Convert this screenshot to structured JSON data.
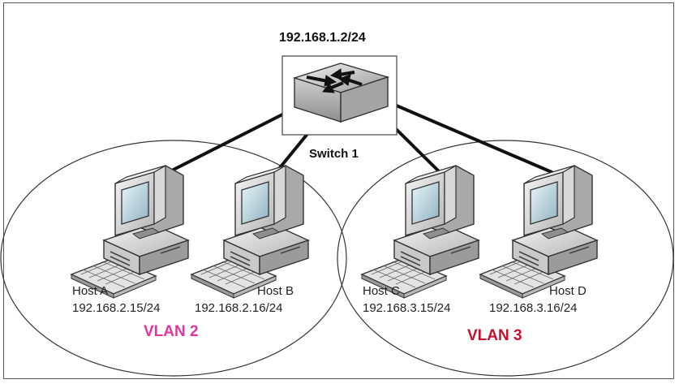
{
  "switch": {
    "ip": "192.168.1.2/24",
    "name": "Switch 1"
  },
  "hosts": [
    {
      "name": "Host A",
      "ip": "192.168.2.15/24"
    },
    {
      "name": "Host B",
      "ip": "192.168.2.16/24"
    },
    {
      "name": "Host C",
      "ip": "192.168.3.15/24"
    },
    {
      "name": "Host D",
      "ip": "192.168.3.16/24"
    }
  ],
  "vlans": [
    {
      "label": "VLAN 2",
      "color": "#e0379f"
    },
    {
      "label": "VLAN 3",
      "color": "#c8102e"
    }
  ],
  "icons": {
    "switch": "network-switch-icon",
    "host": "desktop-computer-icon"
  }
}
